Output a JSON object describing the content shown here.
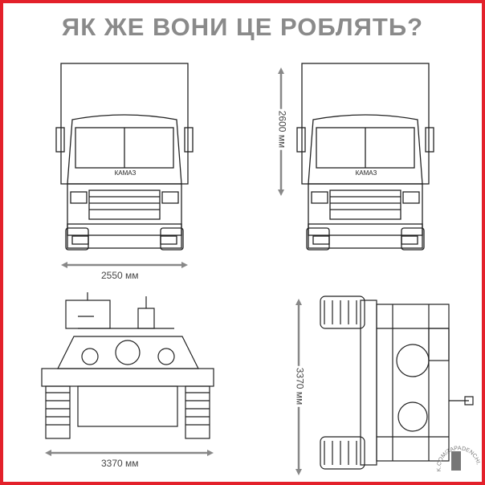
{
  "title": "ЯК ЖЕ ВОНИ ЦЕ РОБЛЯТЬ?",
  "truck": {
    "brand": "КАМАЗ",
    "width_label": "2550 мм",
    "height_label": "2600 мм"
  },
  "tank": {
    "width_label": "3370 мм",
    "length_label": "3370 мм"
  },
  "watermark": "K.COM/ZAPADENCHI",
  "colors": {
    "border": "#e3202a",
    "title": "#8a8a8a",
    "dimension": "#888888"
  }
}
